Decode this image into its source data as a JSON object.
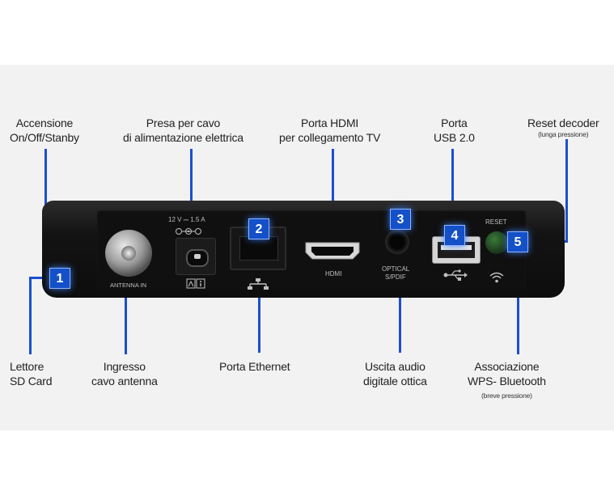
{
  "labels": {
    "accensione": [
      "Accensione",
      "On/Off/Stanby"
    ],
    "presa": [
      "Presa per cavo",
      "di alimentazione elettrica"
    ],
    "hdmi": [
      "Porta HDMI",
      "per collegamento TV"
    ],
    "usb": [
      "Porta",
      "USB 2.0"
    ],
    "reset": [
      "Reset decoder"
    ],
    "reset_note": "(lunga pressione)",
    "lettore": [
      "Lettore",
      "SD Card"
    ],
    "ingresso": [
      "Ingresso",
      "cavo antenna"
    ],
    "ethernet": [
      "Porta Ethernet"
    ],
    "uscita": [
      "Uscita audio",
      "digitale ottica"
    ],
    "associazione": [
      "Associazione",
      "WPS- Bluetooth"
    ],
    "associazione_note": "(breve pressione)"
  },
  "callouts": [
    "1",
    "2",
    "3",
    "4",
    "5"
  ],
  "device_text": {
    "power_rating": "12 V ⎓ 1.5 A",
    "antenna": "ANTENNA IN",
    "hdmi": "HDMI",
    "optical": "OPTICAL",
    "spdif": "S/PDIF",
    "reset": "RESET"
  },
  "colors": {
    "accent": "#1a4fd0",
    "device": "#111111",
    "panel": "#f2f2f2"
  },
  "icons": [
    "power-polarity-icon",
    "manual-info-icon",
    "ethernet-icon",
    "usb-icon",
    "wifi-icon"
  ]
}
